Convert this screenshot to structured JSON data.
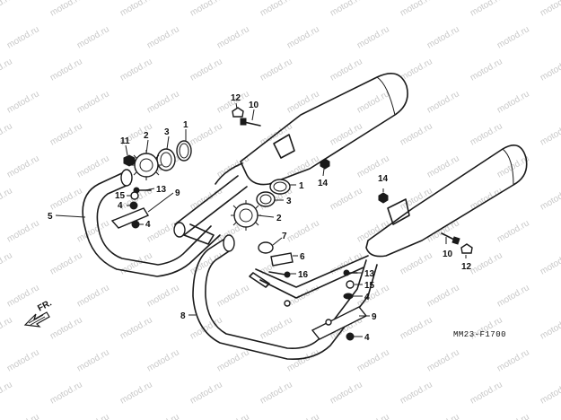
{
  "diagram": {
    "watermark_text": "motod.ru",
    "drawing_code": "MM23-F1700",
    "direction_label": "FR.",
    "callouts": [
      "1",
      "2",
      "3",
      "4",
      "5",
      "6",
      "7",
      "8",
      "9",
      "10",
      "11",
      "12",
      "13",
      "14",
      "15",
      "16"
    ]
  }
}
